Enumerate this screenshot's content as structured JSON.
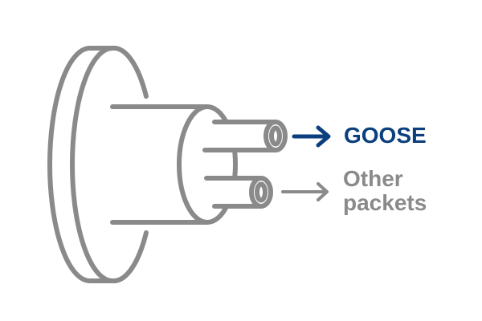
{
  "labels": {
    "goose": "GOOSE",
    "other_line1": "Other",
    "other_line2": "packets"
  },
  "colors": {
    "outline": "#8a8a8a",
    "goose": "#0b3f7e",
    "other": "#8a8a8a"
  },
  "icons": {
    "connector": "cable-connector-icon",
    "goose_arrow": "arrow-right-icon",
    "other_arrow": "arrow-right-icon"
  }
}
